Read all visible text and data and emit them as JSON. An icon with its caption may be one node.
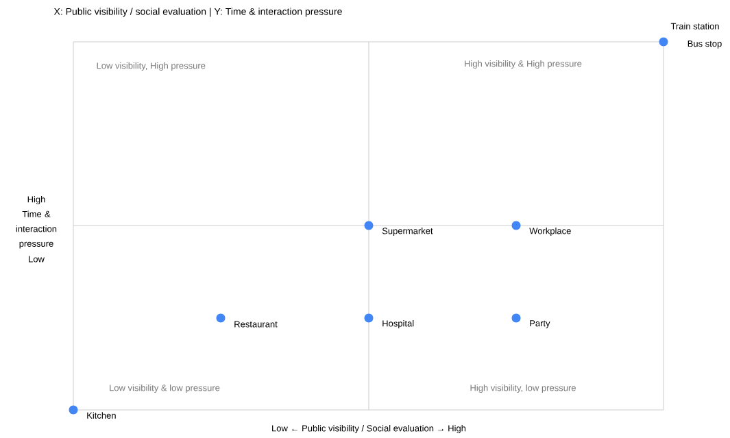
{
  "diagram": {
    "title": "X: Public visibility / social evaluation  |  Y: Time & interaction pressure",
    "nodes": [
      {
        "text": [],
        "shape": "circle",
        "beside": [
          "Train station",
          "Bus stop"
        ]
      },
      {
        "text": [],
        "shape": "circle",
        "beside": [
          "Supermarket"
        ]
      },
      {
        "text": [],
        "shape": "circle",
        "beside": [
          "Workplace"
        ]
      },
      {
        "text": [],
        "shape": "circle",
        "beside": [
          "Restaurant"
        ]
      },
      {
        "text": [],
        "shape": "circle",
        "beside": [
          "Hospital"
        ]
      },
      {
        "text": [],
        "shape": "circle",
        "beside": [
          "Party"
        ]
      },
      {
        "text": [],
        "shape": "circle",
        "beside": [
          "Kitchen"
        ]
      }
    ],
    "labels": [
      "Low visibility, High pressure",
      "High visibility & High pressure",
      "High",
      "Time & interaction pressure",
      "Low",
      "Low visibility & low pressure",
      "High visibility, low pressure",
      "Low ← Public visibility / Social evaluation → High"
    ]
  }
}
